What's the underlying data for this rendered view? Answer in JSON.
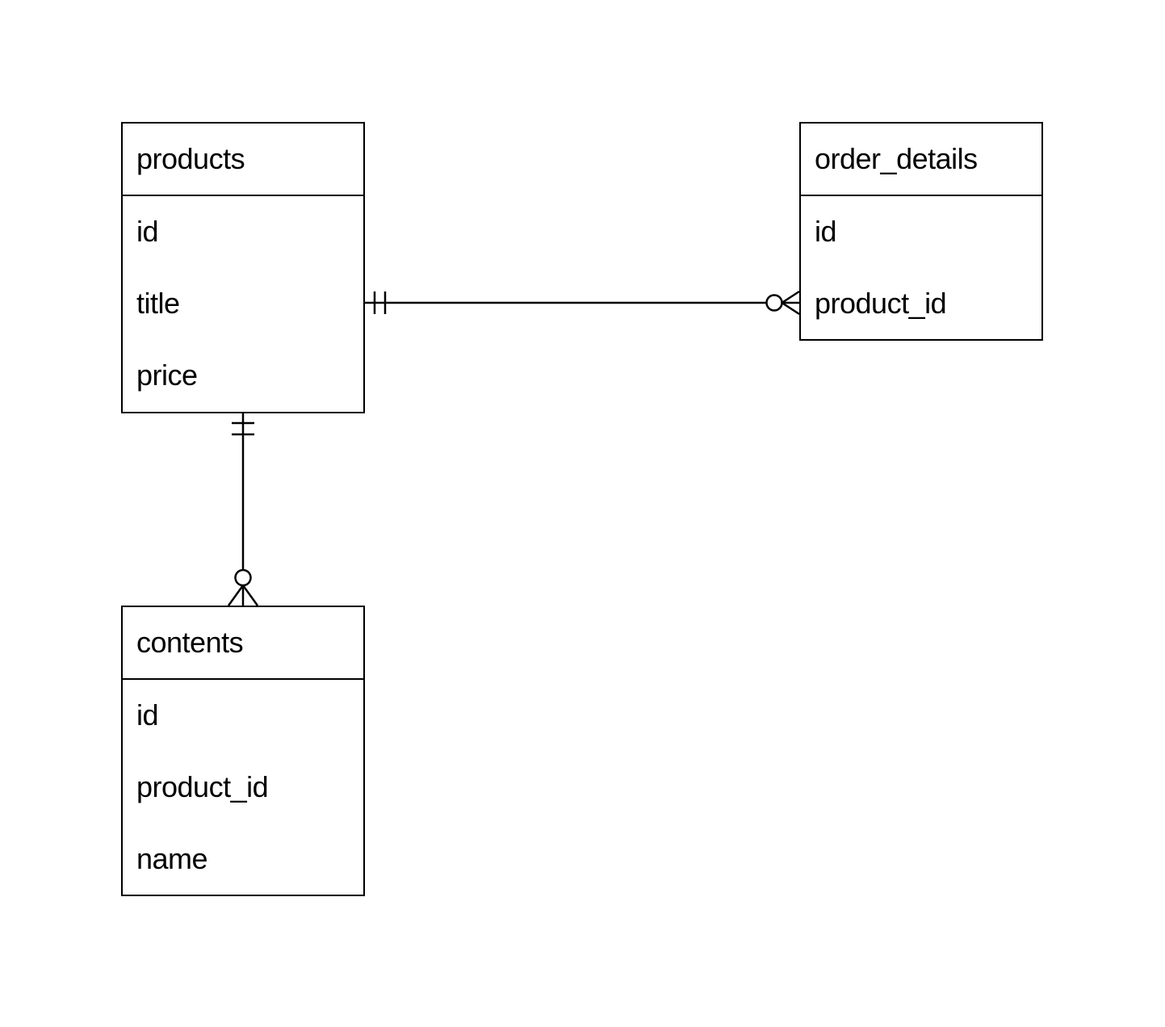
{
  "diagram": {
    "background_color": "#ffffff",
    "line_color": "#000000",
    "text_color": "#000000",
    "entities": [
      {
        "name": "products",
        "fields": [
          "id",
          "title",
          "price"
        ]
      },
      {
        "name": "order_details",
        "fields": [
          "id",
          "product_id"
        ]
      },
      {
        "name": "contents",
        "fields": [
          "id",
          "product_id",
          "name"
        ]
      }
    ],
    "relationships": [
      {
        "from": "products",
        "to": "order_details",
        "from_cardinality": "one and only one",
        "to_cardinality": "zero or many"
      },
      {
        "from": "products",
        "to": "contents",
        "from_cardinality": "one and only one",
        "to_cardinality": "zero or many"
      }
    ]
  }
}
